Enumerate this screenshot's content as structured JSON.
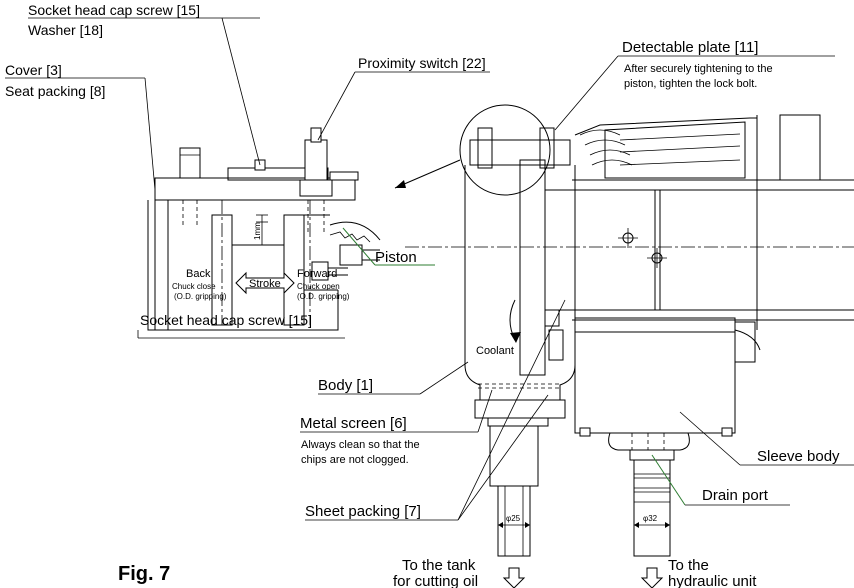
{
  "labels": {
    "socket_screw_top": "Socket head cap screw [15]",
    "washer": "Washer [18]",
    "cover": "Cover [3]",
    "seat_packing": "Seat packing [8]",
    "proximity_switch": "Proximity switch [22]",
    "detectable_plate": "Detectable plate [11]",
    "detectable_note_1": "After securely tightening to the",
    "detectable_note_2": "piston, tighten the lock bolt.",
    "dim_1mm": "1mm",
    "piston": "Piston",
    "back": "Back",
    "chuck_close": "Chuck close",
    "od_gripping_left": "(O.D. gripping)",
    "stroke": "Stroke",
    "forward": "Forward",
    "chuck_open": "Chuck open",
    "od_gripping_right": "(O.D. gripping)",
    "socket_screw_bottom": "Socket head cap screw [15]",
    "coolant": "Coolant",
    "body": "Body [1]",
    "metal_screen": "Metal screen [6]",
    "metal_note_1": "Always clean so that the",
    "metal_note_2": "chips are not clogged.",
    "sleeve_body": "Sleeve body",
    "drain_port": "Drain port",
    "sheet_packing": "Sheet packing [7]",
    "dia_25": "φ25",
    "dia_32": "φ32",
    "tank_1": "To the tank",
    "tank_2": "for cutting oil",
    "hydraulic_1": "To the",
    "hydraulic_2": "hydraulic unit",
    "figure": "Fig. 7"
  },
  "colors": {
    "line": "#000000",
    "piston_leader": "#2e7d32"
  }
}
